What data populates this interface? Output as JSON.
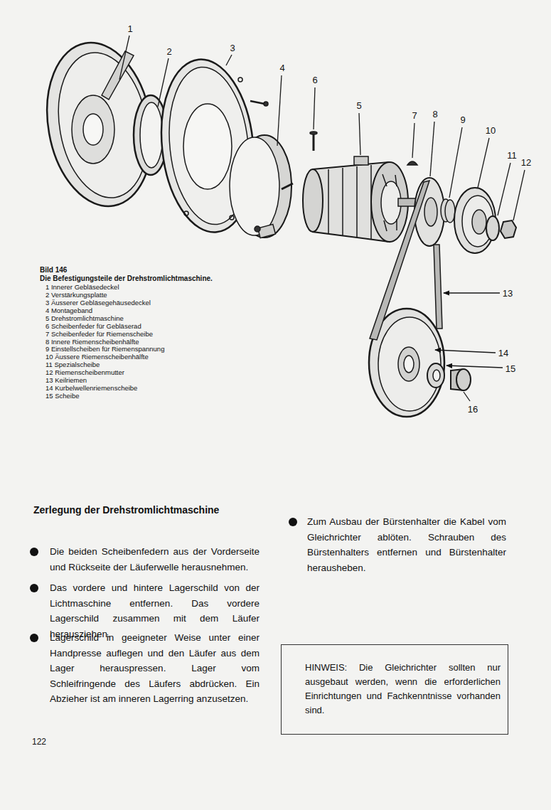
{
  "diagram": {
    "title": "Zerlegung der Drehstromlichtmaschine",
    "caption": "Bild 146",
    "nodes": [
      {
        "text": [
          "HINWEIS: Die Gleichrichter sollten nur ausgebaut werden, wenn die erforderlichen Einrichtungen und Fachkenntnisse vorhanden sind."
        ]
      }
    ],
    "labels": [
      "1",
      "2",
      "3",
      "4",
      "6",
      "5",
      "7",
      "8",
      "9",
      "10",
      "11",
      "12",
      "13",
      "14",
      "15",
      "16",
      "Die Befestigungsteile der Drehstromlichtmaschine.",
      "1 Innerer Gebläsedeckel",
      "2 Verstärkungsplatte",
      "3 Äusserer Gebläsegehäusedeckel",
      "4 Montageband",
      "5 Drehstromlichtmaschine",
      "6 Scheibenfeder für Gebläserad",
      "7 Scheibenfeder für Riemenscheibe",
      "8 Innere Riemenscheibenhälfte",
      "9 Einstellscheiben für Riemenspannung",
      "10 Äussere Riemenscheibenhälfte",
      "11 Spezialscheibe",
      "12 Riemenscheibenmutter",
      "13 Keilriemen",
      "14 Kurbelwellenriemenscheibe",
      "15 Scheibe",
      "Die beiden Scheibenfedern aus der Vorderseite und Rückseite der Läuferwelle herausnehmen.",
      "Das vordere und hintere Lagerschild von der Lichtmaschine entfernen. Das vordere Lagerschild zusammen mit dem Läufer herausziehen.",
      "Lagerschild in geeigneter Weise unter einer Handpresse auflegen und den Läufer aus dem Lager herauspressen. Lager vom Schleifringende des Läufers abdrücken. Ein Abzieher ist am inneren Lagerring anzusetzen.",
      "Zum Ausbau der Bürstenhalter die Kabel vom Gleichrichter ablöten. Schrauben des Bürstenhalters entfernen und Bürstenhalter herausheben.",
      "122"
    ]
  }
}
